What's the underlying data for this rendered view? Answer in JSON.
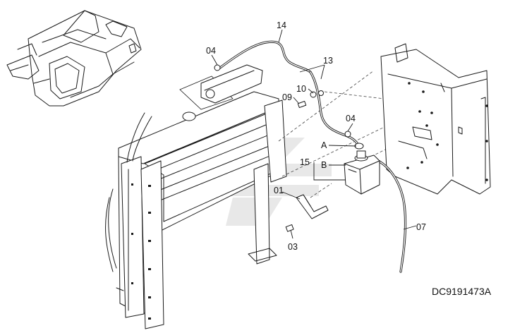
{
  "drawing_code": "DC9191473A",
  "callouts": {
    "c14": "14",
    "c04_top": "04",
    "c13": "13",
    "c10": "10",
    "c09": "09",
    "c04_mid": "04",
    "c_a": "A",
    "c15": "15",
    "c_b": "B",
    "c01": "01",
    "c07": "07",
    "c03": "03"
  }
}
